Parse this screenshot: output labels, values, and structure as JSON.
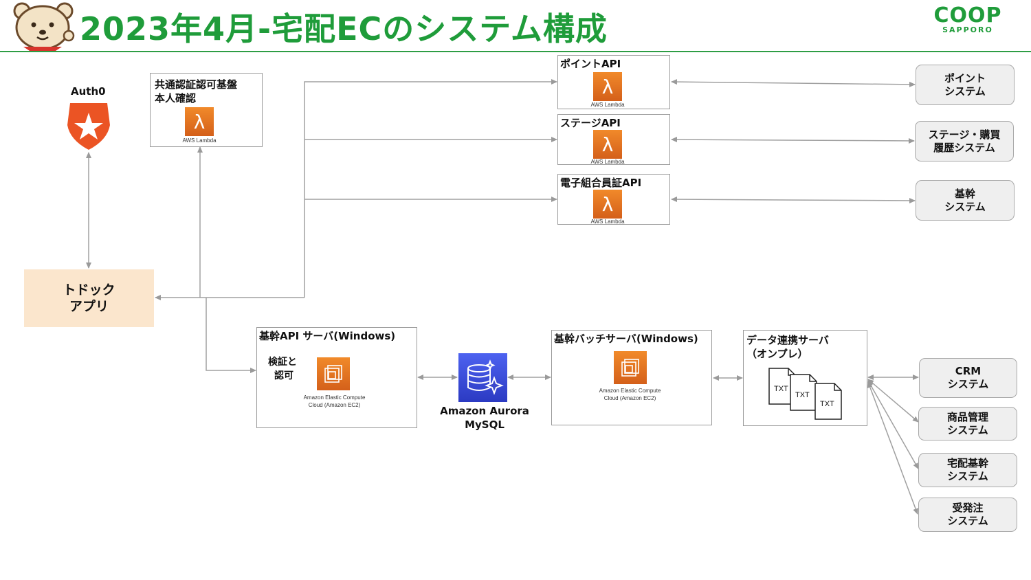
{
  "header": {
    "title": "2023年4月-宅配ECのシステム構成",
    "logo_main": "COOP",
    "logo_sub": "SAPPORO"
  },
  "auth0": {
    "label": "Auth0"
  },
  "app": {
    "label_line1": "トドック",
    "label_line2": "アプリ"
  },
  "auth_box": {
    "title_line1": "共通認証認可基盤",
    "title_line2": "本人確認",
    "service": "AWS Lambda"
  },
  "apis": [
    {
      "title": "ポイントAPI",
      "service": "AWS Lambda"
    },
    {
      "title": "ステージAPI",
      "service": "AWS Lambda"
    },
    {
      "title": "電子組合員証API",
      "service": "AWS Lambda"
    }
  ],
  "external_top": [
    {
      "line1": "ポイント",
      "line2": "システム"
    },
    {
      "line1": "ステージ・購買",
      "line2": "履歴システム"
    },
    {
      "line1": "基幹",
      "line2": "システム"
    }
  ],
  "core_api_server": {
    "title": "基幹API サーバ(Windows)",
    "note_line1": "検証と",
    "note_line2": "認可",
    "service_line1": "Amazon Elastic Compute",
    "service_line2": "Cloud (Amazon EC2)"
  },
  "database": {
    "line1": "Amazon Aurora",
    "line2": "MySQL"
  },
  "batch_server": {
    "title": "基幹バッチサーバ(Windows)",
    "service_line1": "Amazon Elastic Compute",
    "service_line2": "Cloud (Amazon EC2)"
  },
  "data_link_server": {
    "title_line1": "データ連携サーバ",
    "title_line2": "（オンプレ）",
    "file_label": "TXT"
  },
  "external_bottom": [
    {
      "line1": "CRM",
      "line2": "システム"
    },
    {
      "line1": "商品管理",
      "line2": "システム"
    },
    {
      "line1": "宅配基幹",
      "line2": "システム"
    },
    {
      "line1": "受発注",
      "line2": "システム"
    }
  ],
  "colors": {
    "brand_green": "#1f9c3a",
    "lambda_orange": "#e8772a",
    "aurora_blue": "#3b48cc",
    "app_fill": "#fbe6cd",
    "auth0_orange": "#eb5424"
  }
}
